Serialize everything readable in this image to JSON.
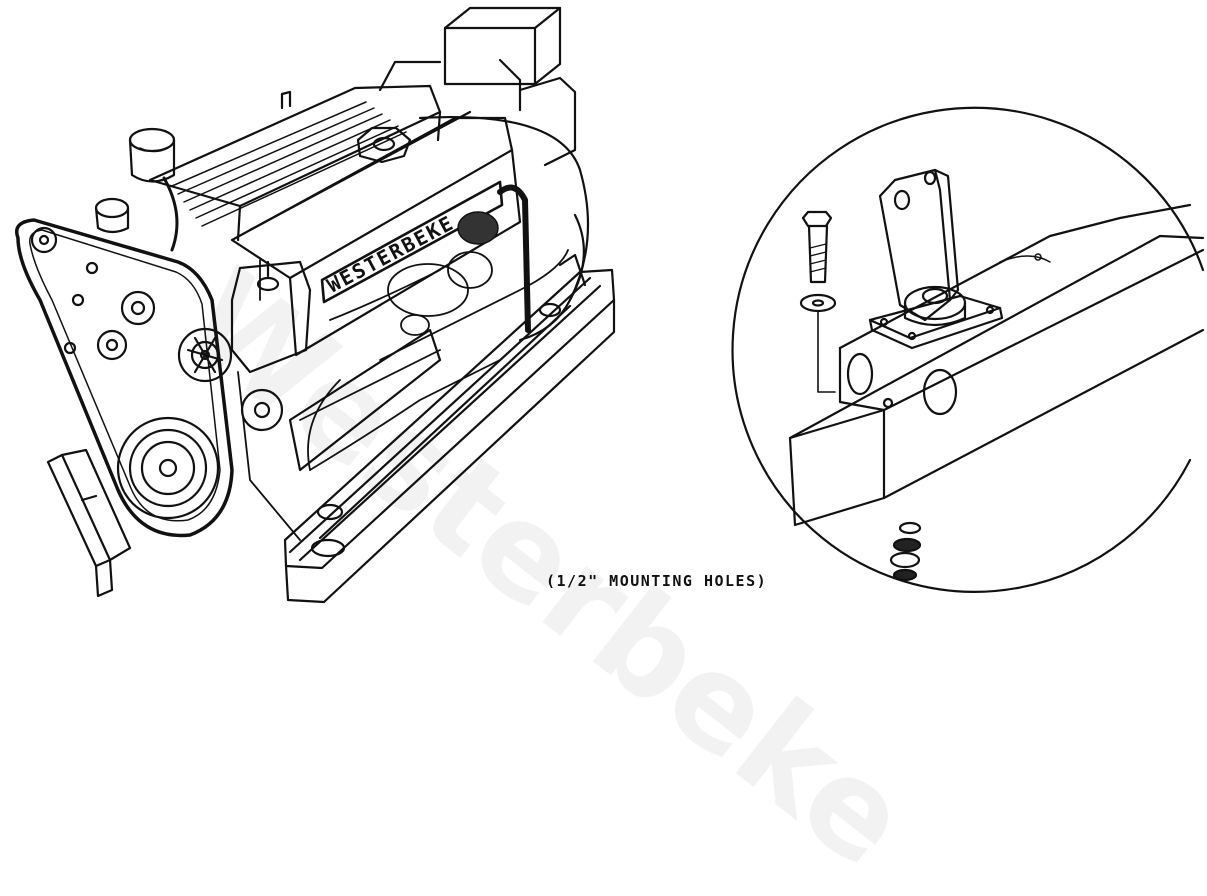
{
  "figure": {
    "caption": "(1/2\" MOUNTING HOLES)",
    "nameplate": "WESTERBEKE",
    "watermark": "Westerbeke"
  },
  "colors": {
    "ink": "#111111",
    "background": "#ffffff"
  },
  "icons": [
    "engine-illustration",
    "mount-detail-illustration"
  ]
}
